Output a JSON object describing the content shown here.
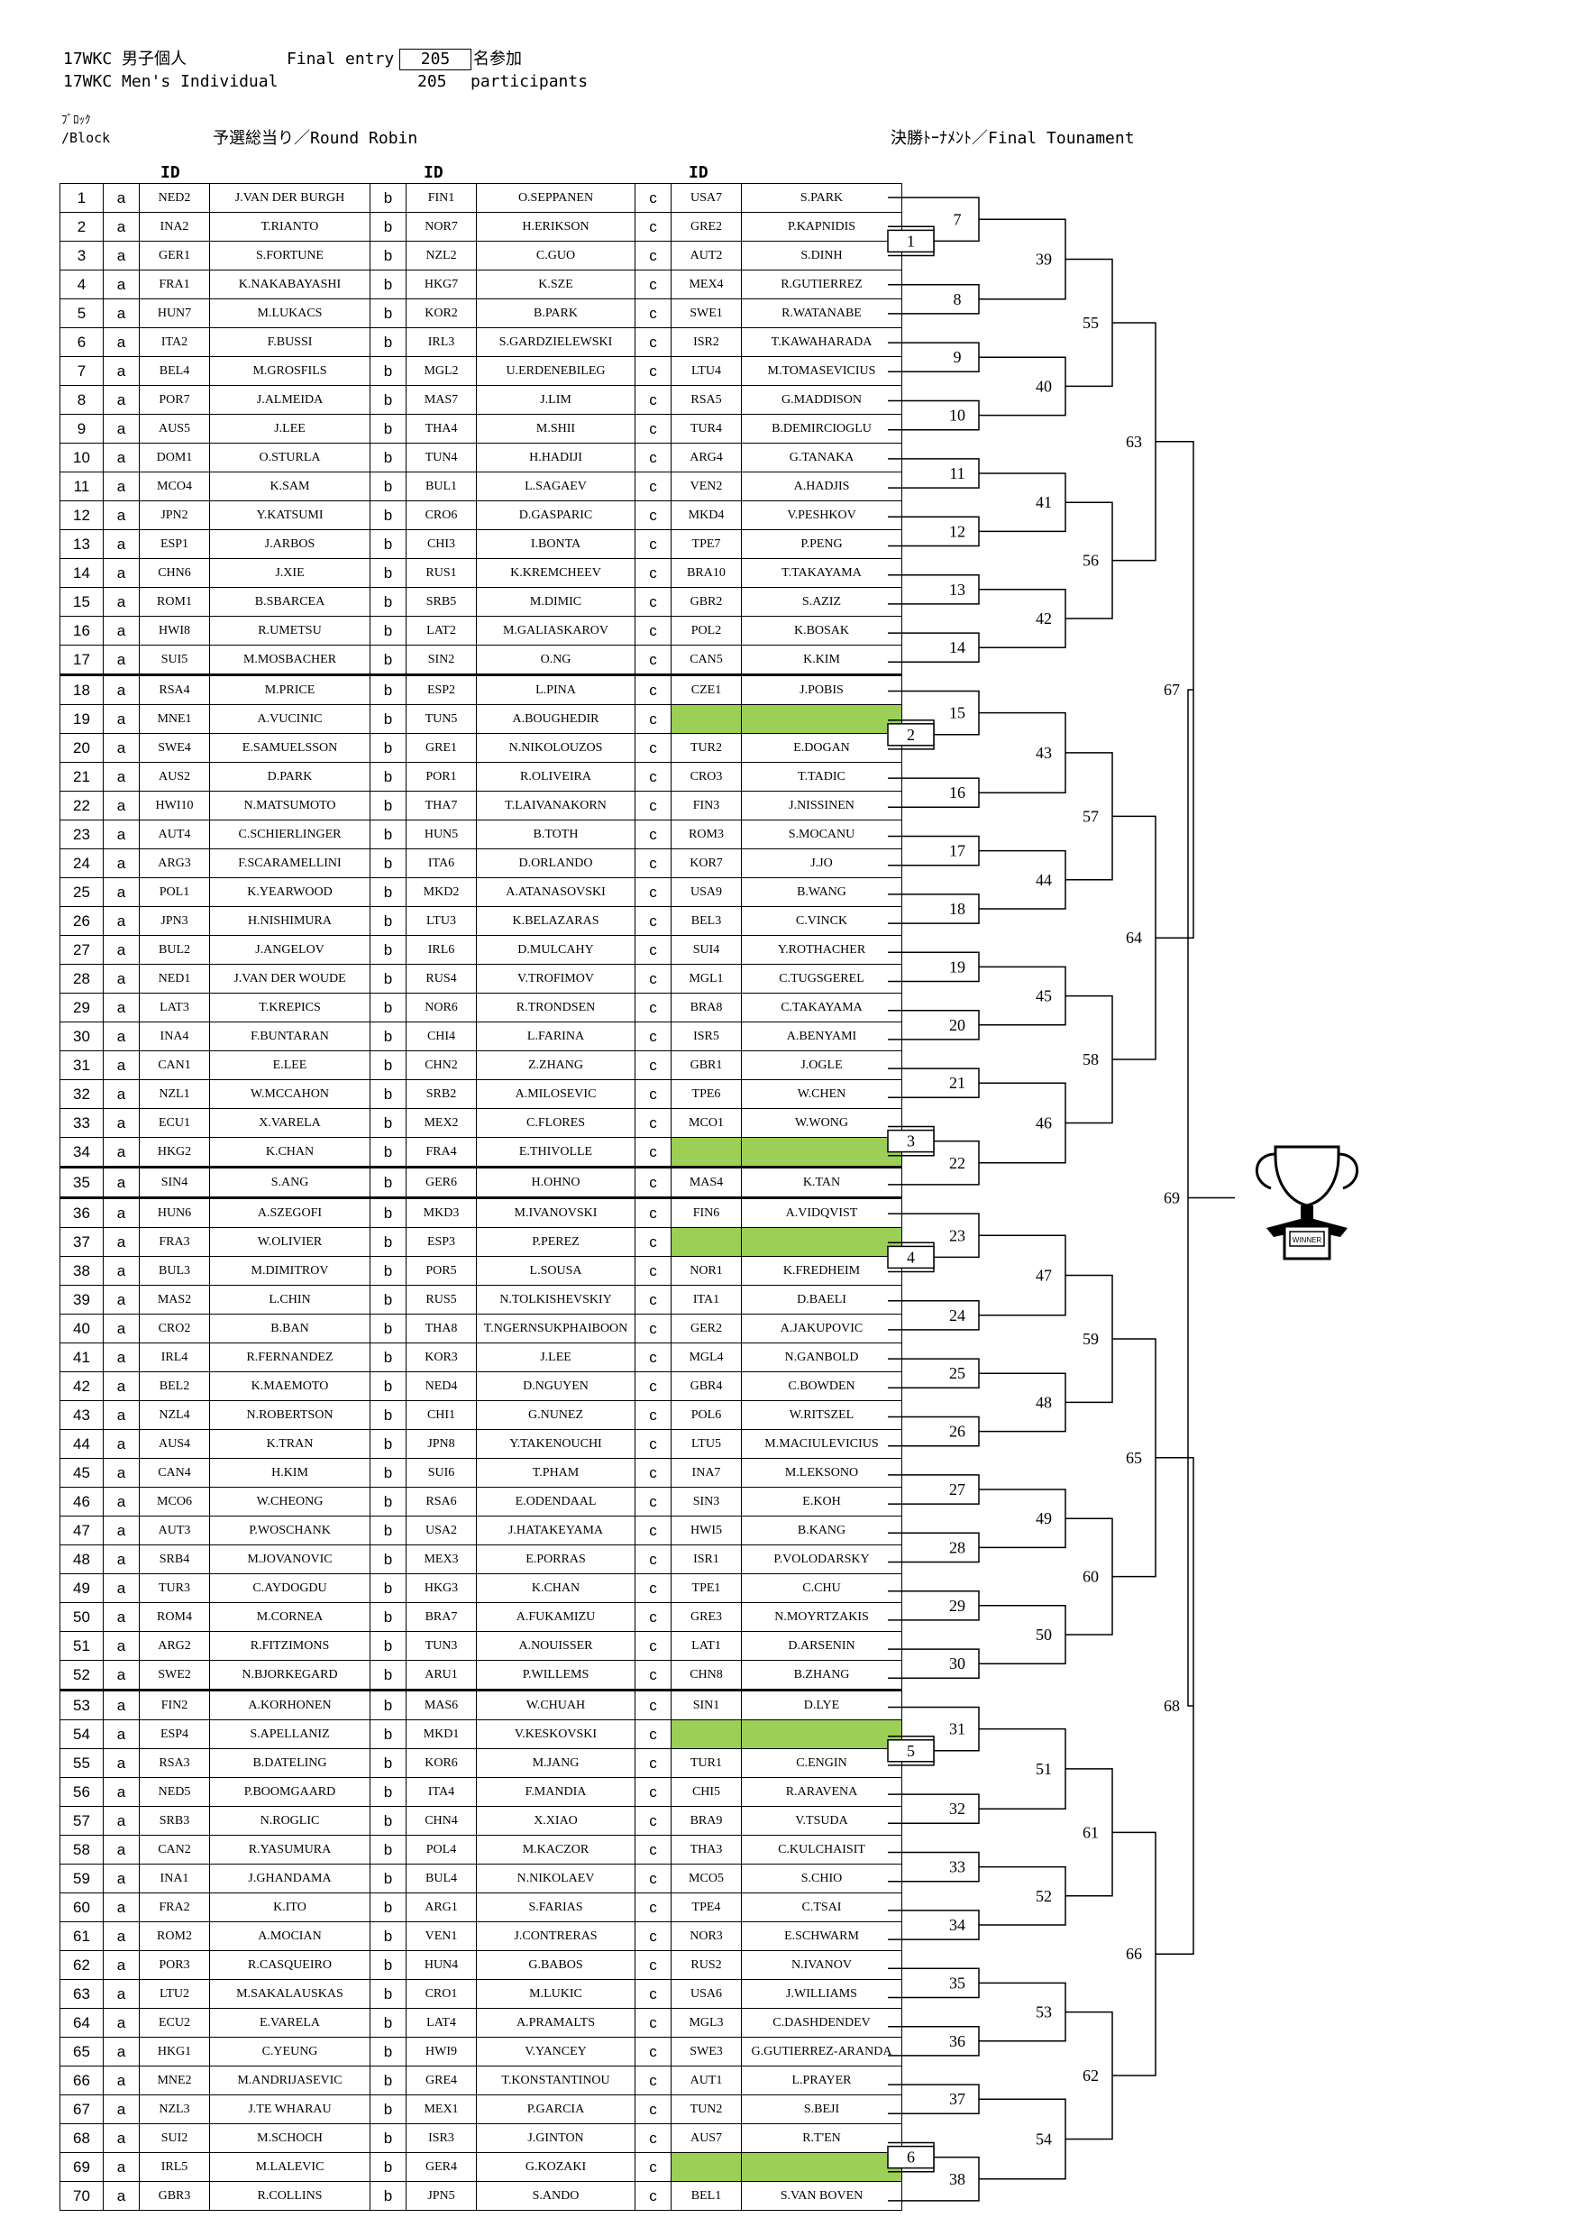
{
  "header": {
    "title_jp": "17WKC 男子個人",
    "title_en": "17WKC Men's Individual",
    "final_entry_label": "Final entry",
    "entry_count": "205",
    "participants_jp": "名参加",
    "entry_count_2": "205",
    "participants_en": "participants",
    "block_jp": "ﾌﾞﾛｯｸ",
    "block_en": "/Block",
    "round_robin": "予選総当り／Round Robin",
    "final_tournament": "決勝ﾄｰﾅﾒﾝﾄ／Final Tounament",
    "id_label": "ID"
  },
  "trophy_label": "WINNER",
  "bye_color": "#9ccf55",
  "rows": [
    {
      "n": "1",
      "a": "NED2",
      "an": "J.VAN DER BURGH",
      "b": "FIN1",
      "bn": "O.SEPPANEN",
      "c": "USA7",
      "cn": "S.PARK"
    },
    {
      "n": "2",
      "a": "INA2",
      "an": "T.RIANTO",
      "b": "NOR7",
      "bn": "H.ERIKSON",
      "c": "GRE2",
      "cn": "P.KAPNIDIS"
    },
    {
      "n": "3",
      "a": "GER1",
      "an": "S.FORTUNE",
      "b": "NZL2",
      "bn": "C.GUO",
      "c": "AUT2",
      "cn": "S.DINH"
    },
    {
      "n": "4",
      "a": "FRA1",
      "an": "K.NAKABAYASHI",
      "b": "HKG7",
      "bn": "K.SZE",
      "c": "MEX4",
      "cn": "R.GUTIERREZ"
    },
    {
      "n": "5",
      "a": "HUN7",
      "an": "M.LUKACS",
      "b": "KOR2",
      "bn": "B.PARK",
      "c": "SWE1",
      "cn": "R.WATANABE"
    },
    {
      "n": "6",
      "a": "ITA2",
      "an": "F.BUSSI",
      "b": "IRL3",
      "bn": "S.GARDZIELEWSKI",
      "c": "ISR2",
      "cn": "T.KAWAHARADA"
    },
    {
      "n": "7",
      "a": "BEL4",
      "an": "M.GROSFILS",
      "b": "MGL2",
      "bn": "U.ERDENEBILEG",
      "c": "LTU4",
      "cn": "M.TOMASEVICIUS"
    },
    {
      "n": "8",
      "a": "POR7",
      "an": "J.ALMEIDA",
      "b": "MAS7",
      "bn": "J.LIM",
      "c": "RSA5",
      "cn": "G.MADDISON"
    },
    {
      "n": "9",
      "a": "AUS5",
      "an": "J.LEE",
      "b": "THA4",
      "bn": "M.SHII",
      "c": "TUR4",
      "cn": "B.DEMIRCIOGLU"
    },
    {
      "n": "10",
      "a": "DOM1",
      "an": "O.STURLA",
      "b": "TUN4",
      "bn": "H.HADIJI",
      "c": "ARG4",
      "cn": "G.TANAKA"
    },
    {
      "n": "11",
      "a": "MCO4",
      "an": "K.SAM",
      "b": "BUL1",
      "bn": "L.SAGAEV",
      "c": "VEN2",
      "cn": "A.HADJIS"
    },
    {
      "n": "12",
      "a": "JPN2",
      "an": "Y.KATSUMI",
      "b": "CRO6",
      "bn": "D.GASPARIC",
      "c": "MKD4",
      "cn": "V.PESHKOV"
    },
    {
      "n": "13",
      "a": "ESP1",
      "an": "J.ARBOS",
      "b": "CHI3",
      "bn": "I.BONTA",
      "c": "TPE7",
      "cn": "P.PENG"
    },
    {
      "n": "14",
      "a": "CHN6",
      "an": "J.XIE",
      "b": "RUS1",
      "bn": "K.KREMCHEEV",
      "c": "BRA10",
      "cn": "T.TAKAYAMA"
    },
    {
      "n": "15",
      "a": "ROM1",
      "an": "B.SBARCEA",
      "b": "SRB5",
      "bn": "M.DIMIC",
      "c": "GBR2",
      "cn": "S.AZIZ"
    },
    {
      "n": "16",
      "a": "HWI8",
      "an": "R.UMETSU",
      "b": "LAT2",
      "bn": "M.GALIASKAROV",
      "c": "POL2",
      "cn": "K.BOSAK"
    },
    {
      "n": "17",
      "a": "SUI5",
      "an": "M.MOSBACHER",
      "b": "SIN2",
      "bn": "O.NG",
      "c": "CAN5",
      "cn": "K.KIM"
    },
    {
      "n": "18",
      "a": "RSA4",
      "an": "M.PRICE",
      "b": "ESP2",
      "bn": "L.PINA",
      "c": "CZE1",
      "cn": "J.POBIS"
    },
    {
      "n": "19",
      "a": "MNE1",
      "an": "A.VUCINIC",
      "b": "TUN5",
      "bn": "A.BOUGHEDIR",
      "c": "",
      "cn": ""
    },
    {
      "n": "20",
      "a": "SWE4",
      "an": "E.SAMUELSSON",
      "b": "GRE1",
      "bn": "N.NIKOLOUZOS",
      "c": "TUR2",
      "cn": "E.DOGAN"
    },
    {
      "n": "21",
      "a": "AUS2",
      "an": "D.PARK",
      "b": "POR1",
      "bn": "R.OLIVEIRA",
      "c": "CRO3",
      "cn": "T.TADIC"
    },
    {
      "n": "22",
      "a": "HWI10",
      "an": "N.MATSUMOTO",
      "b": "THA7",
      "bn": "T.LAIVANAKORN",
      "c": "FIN3",
      "cn": "J.NISSINEN"
    },
    {
      "n": "23",
      "a": "AUT4",
      "an": "C.SCHIERLINGER",
      "b": "HUN5",
      "bn": "B.TOTH",
      "c": "ROM3",
      "cn": "S.MOCANU"
    },
    {
      "n": "24",
      "a": "ARG3",
      "an": "F.SCARAMELLINI",
      "b": "ITA6",
      "bn": "D.ORLANDO",
      "c": "KOR7",
      "cn": "J.JO"
    },
    {
      "n": "25",
      "a": "POL1",
      "an": "K.YEARWOOD",
      "b": "MKD2",
      "bn": "A.ATANASOVSKI",
      "c": "USA9",
      "cn": "B.WANG"
    },
    {
      "n": "26",
      "a": "JPN3",
      "an": "H.NISHIMURA",
      "b": "LTU3",
      "bn": "K.BELAZARAS",
      "c": "BEL3",
      "cn": "C.VINCK"
    },
    {
      "n": "27",
      "a": "BUL2",
      "an": "J.ANGELOV",
      "b": "IRL6",
      "bn": "D.MULCAHY",
      "c": "SUI4",
      "cn": "Y.ROTHACHER"
    },
    {
      "n": "28",
      "a": "NED1",
      "an": "J.VAN DER WOUDE",
      "b": "RUS4",
      "bn": "V.TROFIMOV",
      "c": "MGL1",
      "cn": "C.TUGSGEREL"
    },
    {
      "n": "29",
      "a": "LAT3",
      "an": "T.KREPICS",
      "b": "NOR6",
      "bn": "R.TRONDSEN",
      "c": "BRA8",
      "cn": "C.TAKAYAMA"
    },
    {
      "n": "30",
      "a": "INA4",
      "an": "F.BUNTARAN",
      "b": "CHI4",
      "bn": "L.FARINA",
      "c": "ISR5",
      "cn": "A.BENYAMI"
    },
    {
      "n": "31",
      "a": "CAN1",
      "an": "E.LEE",
      "b": "CHN2",
      "bn": "Z.ZHANG",
      "c": "GBR1",
      "cn": "J.OGLE"
    },
    {
      "n": "32",
      "a": "NZL1",
      "an": "W.MCCAHON",
      "b": "SRB2",
      "bn": "A.MILOSEVIC",
      "c": "TPE6",
      "cn": "W.CHEN"
    },
    {
      "n": "33",
      "a": "ECU1",
      "an": "X.VARELA",
      "b": "MEX2",
      "bn": "C.FLORES",
      "c": "MCO1",
      "cn": "W.WONG"
    },
    {
      "n": "34",
      "a": "HKG2",
      "an": "K.CHAN",
      "b": "FRA4",
      "bn": "E.THIVOLLE",
      "c": "",
      "cn": ""
    },
    {
      "n": "35",
      "a": "SIN4",
      "an": "S.ANG",
      "b": "GER6",
      "bn": "H.OHNO",
      "c": "MAS4",
      "cn": "K.TAN"
    },
    {
      "n": "36",
      "a": "HUN6",
      "an": "A.SZEGOFI",
      "b": "MKD3",
      "bn": "M.IVANOVSKI",
      "c": "FIN6",
      "cn": "A.VIDQVIST"
    },
    {
      "n": "37",
      "a": "FRA3",
      "an": "W.OLIVIER",
      "b": "ESP3",
      "bn": "P.PEREZ",
      "c": "",
      "cn": ""
    },
    {
      "n": "38",
      "a": "BUL3",
      "an": "M.DIMITROV",
      "b": "POR5",
      "bn": "L.SOUSA",
      "c": "NOR1",
      "cn": "K.FREDHEIM"
    },
    {
      "n": "39",
      "a": "MAS2",
      "an": "L.CHIN",
      "b": "RUS5",
      "bn": "N.TOLKISHEVSKIY",
      "c": "ITA1",
      "cn": "D.BAELI"
    },
    {
      "n": "40",
      "a": "CRO2",
      "an": "B.BAN",
      "b": "THA8",
      "bn": "T.NGERNSUKPHAIBOON",
      "c": "GER2",
      "cn": "A.JAKUPOVIC"
    },
    {
      "n": "41",
      "a": "IRL4",
      "an": "R.FERNANDEZ",
      "b": "KOR3",
      "bn": "J.LEE",
      "c": "MGL4",
      "cn": "N.GANBOLD"
    },
    {
      "n": "42",
      "a": "BEL2",
      "an": "K.MAEMOTO",
      "b": "NED4",
      "bn": "D.NGUYEN",
      "c": "GBR4",
      "cn": "C.BOWDEN"
    },
    {
      "n": "43",
      "a": "NZL4",
      "an": "N.ROBERTSON",
      "b": "CHI1",
      "bn": "G.NUNEZ",
      "c": "POL6",
      "cn": "W.RITSZEL"
    },
    {
      "n": "44",
      "a": "AUS4",
      "an": "K.TRAN",
      "b": "JPN8",
      "bn": "Y.TAKENOUCHI",
      "c": "LTU5",
      "cn": "M.MACIULEVICIUS"
    },
    {
      "n": "45",
      "a": "CAN4",
      "an": "H.KIM",
      "b": "SUI6",
      "bn": "T.PHAM",
      "c": "INA7",
      "cn": "M.LEKSONO"
    },
    {
      "n": "46",
      "a": "MCO6",
      "an": "W.CHEONG",
      "b": "RSA6",
      "bn": "E.ODENDAAL",
      "c": "SIN3",
      "cn": "E.KOH"
    },
    {
      "n": "47",
      "a": "AUT3",
      "an": "P.WOSCHANK",
      "b": "USA2",
      "bn": "J.HATAKEYAMA",
      "c": "HWI5",
      "cn": "B.KANG"
    },
    {
      "n": "48",
      "a": "SRB4",
      "an": "M.JOVANOVIC",
      "b": "MEX3",
      "bn": "E.PORRAS",
      "c": "ISR1",
      "cn": "P.VOLODARSKY"
    },
    {
      "n": "49",
      "a": "TUR3",
      "an": "C.AYDOGDU",
      "b": "HKG3",
      "bn": "K.CHAN",
      "c": "TPE1",
      "cn": "C.CHU"
    },
    {
      "n": "50",
      "a": "ROM4",
      "an": "M.CORNEA",
      "b": "BRA7",
      "bn": "A.FUKAMIZU",
      "c": "GRE3",
      "cn": "N.MOYRTZAKIS"
    },
    {
      "n": "51",
      "a": "ARG2",
      "an": "R.FITZIMONS",
      "b": "TUN3",
      "bn": "A.NOUISSER",
      "c": "LAT1",
      "cn": "D.ARSENIN"
    },
    {
      "n": "52",
      "a": "SWE2",
      "an": "N.BJORKEGARD",
      "b": "ARU1",
      "bn": "P.WILLEMS",
      "c": "CHN8",
      "cn": "B.ZHANG"
    },
    {
      "n": "53",
      "a": "FIN2",
      "an": "A.KORHONEN",
      "b": "MAS6",
      "bn": "W.CHUAH",
      "c": "SIN1",
      "cn": "D.LYE"
    },
    {
      "n": "54",
      "a": "ESP4",
      "an": "S.APELLANIZ",
      "b": "MKD1",
      "bn": "V.KESKOVSKI",
      "c": "",
      "cn": ""
    },
    {
      "n": "55",
      "a": "RSA3",
      "an": "B.DATELING",
      "b": "KOR6",
      "bn": "M.JANG",
      "c": "TUR1",
      "cn": "C.ENGIN"
    },
    {
      "n": "56",
      "a": "NED5",
      "an": "P.BOOMGAARD",
      "b": "ITA4",
      "bn": "F.MANDIA",
      "c": "CHI5",
      "cn": "R.ARAVENA"
    },
    {
      "n": "57",
      "a": "SRB3",
      "an": "N.ROGLIC",
      "b": "CHN4",
      "bn": "X.XIAO",
      "c": "BRA9",
      "cn": "V.TSUDA"
    },
    {
      "n": "58",
      "a": "CAN2",
      "an": "R.YASUMURA",
      "b": "POL4",
      "bn": "M.KACZOR",
      "c": "THA3",
      "cn": "C.KULCHAISIT"
    },
    {
      "n": "59",
      "a": "INA1",
      "an": "J.GHANDAMA",
      "b": "BUL4",
      "bn": "N.NIKOLAEV",
      "c": "MCO5",
      "cn": "S.CHIO"
    },
    {
      "n": "60",
      "a": "FRA2",
      "an": "K.ITO",
      "b": "ARG1",
      "bn": "S.FARIAS",
      "c": "TPE4",
      "cn": "C.TSAI"
    },
    {
      "n": "61",
      "a": "ROM2",
      "an": "A.MOCIAN",
      "b": "VEN1",
      "bn": "J.CONTRERAS",
      "c": "NOR3",
      "cn": "E.SCHWARM"
    },
    {
      "n": "62",
      "a": "POR3",
      "an": "R.CASQUEIRO",
      "b": "HUN4",
      "bn": "G.BABOS",
      "c": "RUS2",
      "cn": "N.IVANOV"
    },
    {
      "n": "63",
      "a": "LTU2",
      "an": "M.SAKALAUSKAS",
      "b": "CRO1",
      "bn": "M.LUKIC",
      "c": "USA6",
      "cn": "J.WILLIAMS"
    },
    {
      "n": "64",
      "a": "ECU2",
      "an": "E.VARELA",
      "b": "LAT4",
      "bn": "A.PRAMALTS",
      "c": "MGL3",
      "cn": "C.DASHDENDEV"
    },
    {
      "n": "65",
      "a": "HKG1",
      "an": "C.YEUNG",
      "b": "HWI9",
      "bn": "V.YANCEY",
      "c": "SWE3",
      "cn": "G.GUTIERREZ-ARANDA"
    },
    {
      "n": "66",
      "a": "MNE2",
      "an": "M.ANDRIJASEVIC",
      "b": "GRE4",
      "bn": "T.KONSTANTINOU",
      "c": "AUT1",
      "cn": "L.PRAYER"
    },
    {
      "n": "67",
      "a": "NZL3",
      "an": "J.TE WHARAU",
      "b": "MEX1",
      "bn": "P.GARCIA",
      "c": "TUN2",
      "cn": "S.BEJI"
    },
    {
      "n": "68",
      "a": "SUI2",
      "an": "M.SCHOCH",
      "b": "ISR3",
      "bn": "J.GINTON",
      "c": "AUS7",
      "cn": "R.T'EN"
    },
    {
      "n": "69",
      "a": "IRL5",
      "an": "M.LALEVIC",
      "b": "GER4",
      "bn": "G.KOZAKI",
      "c": "",
      "cn": ""
    },
    {
      "n": "70",
      "a": "GBR3",
      "an": "R.COLLINS",
      "b": "JPN5",
      "bn": "S.ANDO",
      "c": "BEL1",
      "cn": "S.VAN BOVEN"
    }
  ],
  "bracket": {
    "prelim": [
      {
        "label": "1",
        "under_row": 2,
        "winner_to": "7"
      },
      {
        "label": "2",
        "under_row": 19,
        "winner_to": "15"
      },
      {
        "label": "3",
        "under_row": 33,
        "winner_to": "22"
      },
      {
        "label": "4",
        "under_row": 37,
        "winner_to": "23"
      },
      {
        "label": "5",
        "under_row": 54,
        "winner_to": "31"
      },
      {
        "label": "6",
        "under_row": 68,
        "winner_to": "38"
      }
    ],
    "round1": [
      "7",
      "8",
      "9",
      "10",
      "11",
      "12",
      "13",
      "14",
      "15",
      "16",
      "17",
      "18",
      "19",
      "20",
      "21",
      "22",
      "23",
      "24",
      "25",
      "26",
      "27",
      "28",
      "29",
      "30",
      "31",
      "32",
      "33",
      "34",
      "35",
      "36",
      "37",
      "38"
    ],
    "round2": [
      "39",
      "40",
      "41",
      "42",
      "43",
      "44",
      "45",
      "46",
      "47",
      "48",
      "49",
      "50",
      "51",
      "52",
      "53",
      "54"
    ],
    "round3": [
      "55",
      "56",
      "57",
      "58",
      "59",
      "60",
      "61",
      "62"
    ],
    "round4": [
      "63",
      "64",
      "65",
      "66"
    ],
    "round5": [
      "67",
      "68"
    ],
    "final": "69"
  }
}
